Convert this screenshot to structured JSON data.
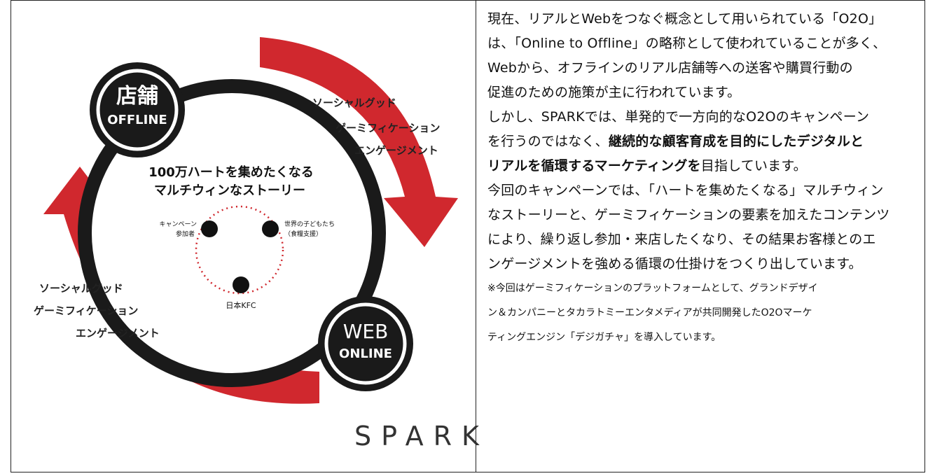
{
  "diagram": {
    "store_node": {
      "line1": "店舗",
      "line2": "OFFLINE"
    },
    "web_node": {
      "line1": "WEB",
      "line2": "ONLINE"
    },
    "center_title": [
      "100万ハートを集めたくなる",
      "マルチウィンなストーリー"
    ],
    "participants": {
      "campaign": [
        "キャンペーン",
        "参加者"
      ],
      "children": [
        "世界の子どもたち",
        "（食糧支援）"
      ],
      "kfc": "日本KFC"
    },
    "right_arc_labels": [
      "ソーシャルグッド",
      "ゲーミフィケーション",
      "エンゲージメント"
    ],
    "left_arc_labels": [
      "ソーシャルグッド",
      "ゲーミフィケーション",
      "エンゲージメント"
    ],
    "logo": "SPARK",
    "colors": {
      "arrow_red": "#d0282e",
      "ring_dark": "#1a1a1a",
      "dotted_red": "#d0282e"
    }
  },
  "text_panel": {
    "p1": [
      "現在、リアルとWebをつなぐ概念として用いられている「O2O」",
      "は、「Online to Offline」の略称として使われていることが多く、",
      "Webから、オフラインのリアル店舗等への送客や購買行動の",
      "促進のための施策が主に行われています。"
    ],
    "p2_line1": "しかし、SPARKでは、単発的で一方向的なO2Oのキャンペーン",
    "p2_line2_pre": "を行うのではなく、",
    "p2_line2_bold": "継続的な顧客育成を目的にしたデジタルと",
    "p2_line3_bold": "リアルを循環するマーケティングを",
    "p2_line3_post": "目指しています。",
    "p3": [
      "今回のキャンペーンでは、「ハートを集めたくなる」マルチウィン",
      "なストーリーと、ゲーミフィケーションの要素を加えたコンテンツ",
      "により、繰り返し参加・来店したくなり、その結果お客様とのエ",
      "ンゲージメントを強める循環の仕掛けをつくり出しています。"
    ],
    "note": [
      "※今回はゲーミフィケーションのプラットフォームとして、グランドデザイ",
      "ン＆カンパニーとタカラトミーエンタメディアが共同開発したO2Oマーケ",
      "ティングエンジン「デジガチャ」を導入しています。"
    ]
  }
}
